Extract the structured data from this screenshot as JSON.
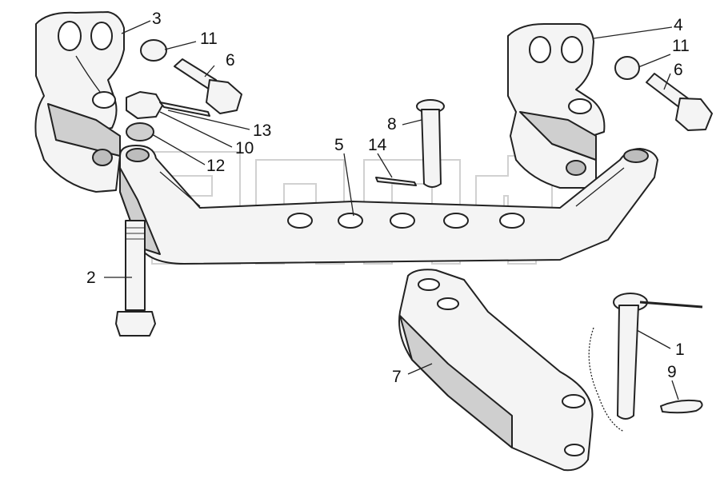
{
  "diagram": {
    "watermark": {
      "letters": "ЭПФР",
      "mark": "TM"
    },
    "callouts": [
      {
        "id": "c1",
        "text": "1"
      },
      {
        "id": "c2",
        "text": "2"
      },
      {
        "id": "c3",
        "text": "3"
      },
      {
        "id": "c4",
        "text": "4"
      },
      {
        "id": "c5",
        "text": "5"
      },
      {
        "id": "c6a",
        "text": "6"
      },
      {
        "id": "c6b",
        "text": "6"
      },
      {
        "id": "c7",
        "text": "7"
      },
      {
        "id": "c8",
        "text": "8"
      },
      {
        "id": "c9",
        "text": "9"
      },
      {
        "id": "c10",
        "text": "10"
      },
      {
        "id": "c11a",
        "text": "11"
      },
      {
        "id": "c11b",
        "text": "11"
      },
      {
        "id": "c12",
        "text": "12"
      },
      {
        "id": "c13",
        "text": "13"
      },
      {
        "id": "c14",
        "text": "14"
      }
    ]
  }
}
